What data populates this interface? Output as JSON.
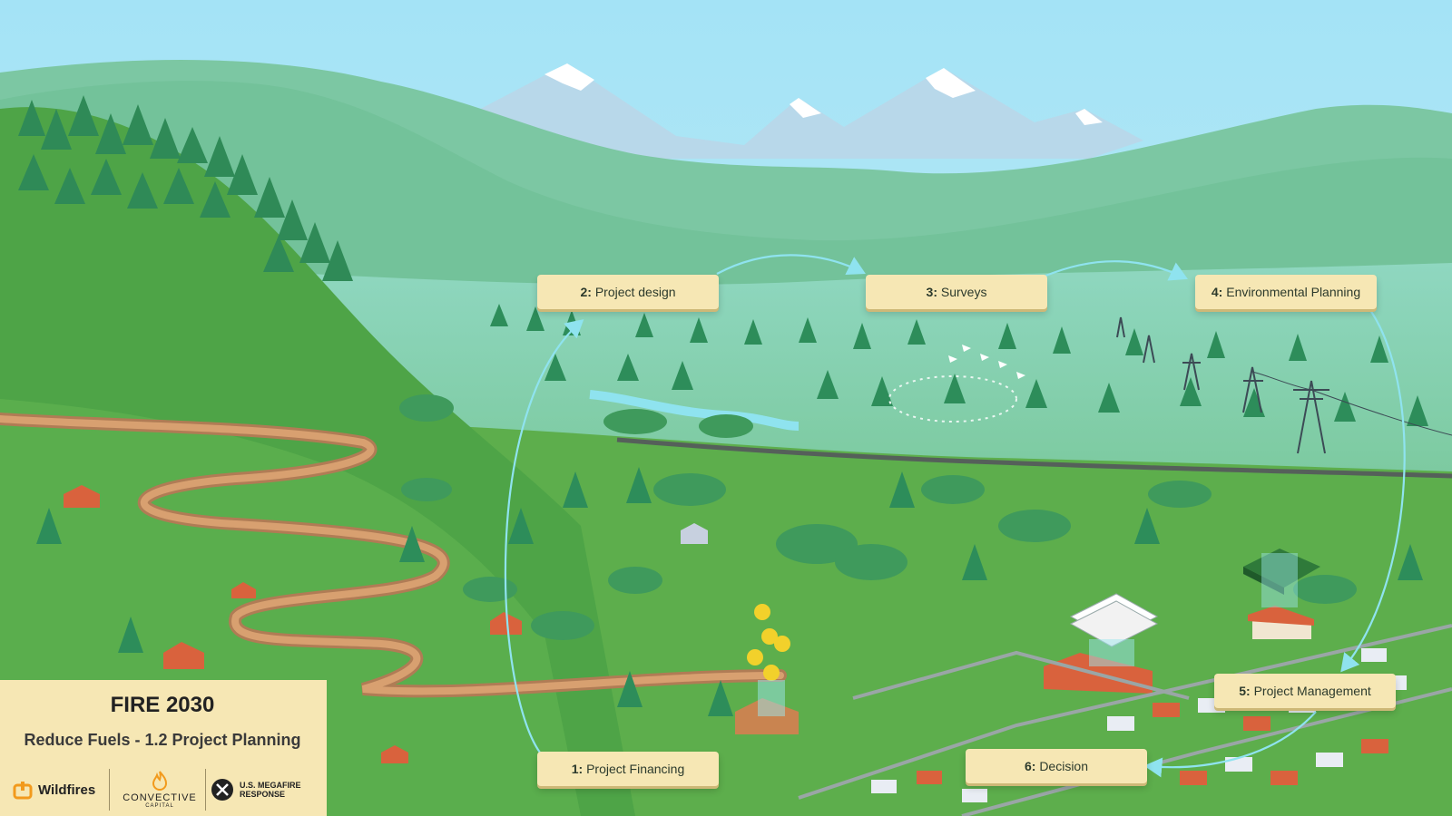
{
  "steps": [
    {
      "id": "financing",
      "num": "1:",
      "label": "Project Financing"
    },
    {
      "id": "design",
      "num": "2:",
      "label": "Project design"
    },
    {
      "id": "surveys",
      "num": "3:",
      "label": "Surveys"
    },
    {
      "id": "env",
      "num": "4:",
      "label": "Environmental Planning"
    },
    {
      "id": "mgmt",
      "num": "5:",
      "label": "Project Management"
    },
    {
      "id": "decision",
      "num": "6:",
      "label": "Decision"
    }
  ],
  "panel": {
    "title": "FIRE 2030",
    "subtitle": "Reduce Fuels - 1.2 Project Planning",
    "logos": [
      {
        "name": "Wildfires",
        "icon": "wildfires-logo-icon"
      },
      {
        "name": "CONVECTIVE",
        "sub": "CAPITAL",
        "icon": "flame-icon"
      },
      {
        "name": "U.S. MEGAFIRE RESPONSE",
        "icon": "megafire-logo-icon"
      }
    ]
  },
  "colors": {
    "sky": "#9fdff0",
    "label_bg": "#f6e7b4",
    "arrow": "#8fe3ef",
    "grass": "#5fae4a",
    "forest": "#2f8a57"
  }
}
